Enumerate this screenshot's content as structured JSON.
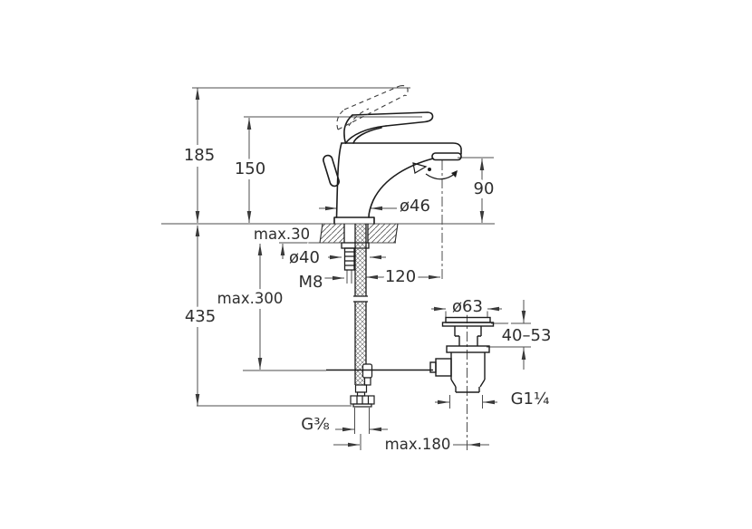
{
  "drawing": {
    "name": "basin-mixer-installation-dimensions",
    "dims": {
      "height_total": "185",
      "height_spout": "150",
      "depth_total": "435",
      "hose_drop_max": "max.300",
      "deck_thickness_max": "max.30",
      "spout_clearance": "90",
      "base_diameter": "ø46",
      "hole_diameter": "ø40",
      "stud_thread": "M8",
      "spout_reach": "120",
      "waste_flange_diameter": "ø63",
      "basin_thickness_range": "40–53",
      "waste_thread": "G1¼",
      "supply_thread": "G⅜",
      "waste_offset_max": "max.180"
    }
  }
}
